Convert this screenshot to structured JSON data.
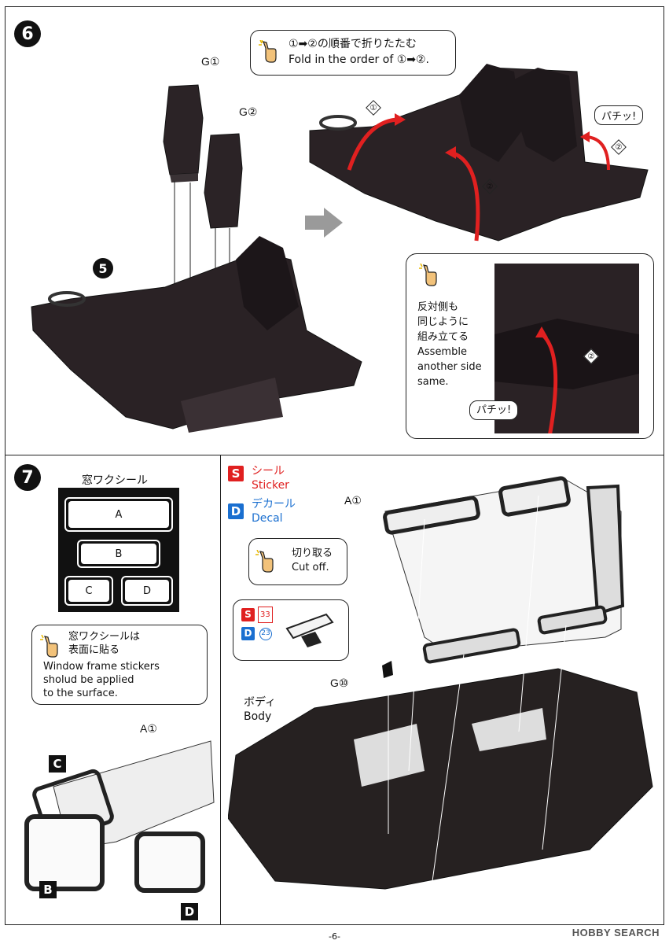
{
  "step6": {
    "number": "6",
    "fold_note_jp": "①➡②の順番で折りたたむ",
    "fold_note_en": "Fold in the order of ①➡②.",
    "part_g1": "G①",
    "part_g2": "G②",
    "prev_step": "5",
    "arrow1": "①",
    "arrow2": "②",
    "snap": "パチッ!",
    "side_note_jp1": "反対側も",
    "side_note_jp2": "同じように",
    "side_note_jp3": "組み立てる",
    "side_note_en1": "Assemble",
    "side_note_en2": "another side",
    "side_note_en3": "same.",
    "inset_snap": "パチッ!",
    "inset_arrow": "②"
  },
  "step7": {
    "number": "7",
    "sheet_title": "窓ワクシール",
    "sheet_labels": [
      "A",
      "B",
      "C",
      "D"
    ],
    "sticker_letter": "S",
    "sticker_jp": "シール",
    "sticker_en": "Sticker",
    "decal_letter": "D",
    "decal_jp": "デカール",
    "decal_en": "Decal",
    "apply_jp1": "窓ワクシールは",
    "apply_jp2": "表面に貼る",
    "apply_en1": "Window frame stickers",
    "apply_en2": "sholud be applied",
    "apply_en3": "to the surface.",
    "part_a1_left": "A①",
    "part_a1_right": "A①",
    "label_c": "C",
    "label_b": "B",
    "label_d": "D",
    "cut_jp": "切り取る",
    "cut_en": "Cut off.",
    "sticker_num": "33",
    "decal_num": "23",
    "part_g10": "G⑩",
    "body_jp": "ボディ",
    "body_en": "Body"
  },
  "footer": {
    "page": "-6-",
    "watermark": "HOBBY SEARCH"
  }
}
